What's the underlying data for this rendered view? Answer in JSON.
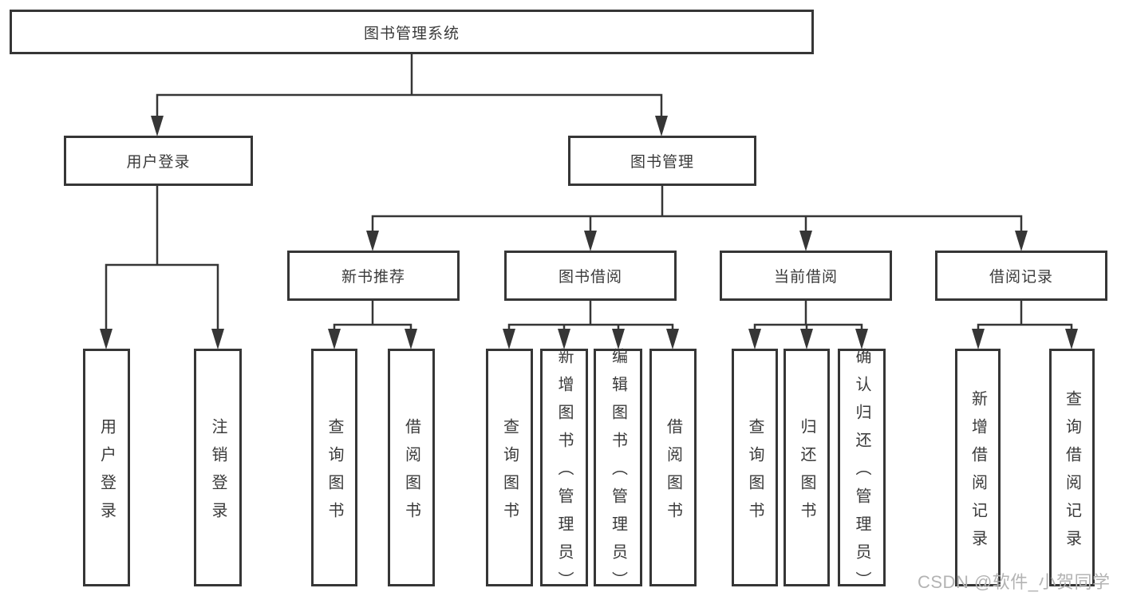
{
  "diagram": {
    "root": "图书管理系统",
    "level2": {
      "user_login": "用户登录",
      "book_management": "图书管理"
    },
    "level3": {
      "new_book_recommend": "新书推荐",
      "book_borrow": "图书借阅",
      "current_borrow": "当前借阅",
      "borrow_record": "借阅记录"
    },
    "leaves": {
      "login": "用户登录",
      "logout": "注销登录",
      "recommend_query_book": "查询图书",
      "recommend_borrow_book": "借阅图书",
      "borrow_query_book": "查询图书",
      "borrow_add_book": "新增图书（管理员）",
      "borrow_edit_book": "编辑图书（管理员）",
      "borrow_borrow_book": "借阅图书",
      "current_query_book": "查询图书",
      "current_return_book": "归还图书",
      "current_confirm_return": "确认归还（管理员）",
      "record_add": "新增借阅记录",
      "record_query": "查询借阅记录"
    }
  },
  "watermark": {
    "text": "CSDN @软件_小贺同学",
    "color": "#b3b3b3"
  },
  "colors": {
    "background": "#ffffff",
    "line": "#363636",
    "box_border": "#363636",
    "text": "#3a3a3a"
  }
}
